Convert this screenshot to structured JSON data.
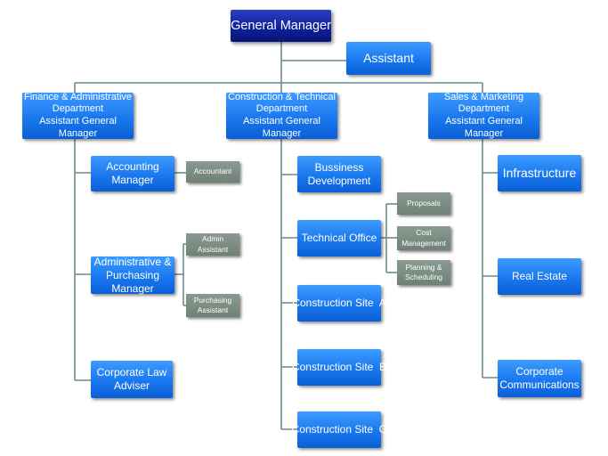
{
  "top": {
    "general_manager": "General Manager",
    "assistant": "Assistant"
  },
  "departments": {
    "finance": [
      "Finance & Administrative",
      "Department",
      "Assistant General Manager"
    ],
    "construction": [
      "Construction & Technical",
      "Department",
      "Assistant General Manager"
    ],
    "sales": [
      "Sales & Marketing",
      "Department",
      "Assistant General Manager"
    ]
  },
  "finance_units": {
    "accounting_manager": "Accounting Manager",
    "accountant": "Accountant",
    "admin_purchasing": [
      "Administrative &",
      "Purchasing Manager"
    ],
    "admin_assistant": "Admin Assistant",
    "purchasing_assistant": [
      "Purchasing",
      "Assistant"
    ],
    "corporate_law": [
      "Corporate Law",
      "Adviser"
    ]
  },
  "construction_units": {
    "business_development": [
      "Bussiness",
      "Development"
    ],
    "technical_office": "Technical Office",
    "proposals": "Proposals",
    "cost_management": [
      "Cost",
      "Management"
    ],
    "planning_scheduling": [
      "Planning &",
      "Scheduling"
    ],
    "site_a": "Construction Site  A",
    "site_b": "Construction Site  B",
    "site_c": "Construction Site  C"
  },
  "sales_units": {
    "infrastructure": "Infrastructure",
    "real_estate": "Real Estate",
    "corporate_communications": [
      "Corporate",
      "Communications"
    ]
  },
  "colors": {
    "connector": "#6e8a8f",
    "top_box": "#0f1f99",
    "unit_box": "#1a78ee",
    "staff_box": "#6f8177"
  }
}
